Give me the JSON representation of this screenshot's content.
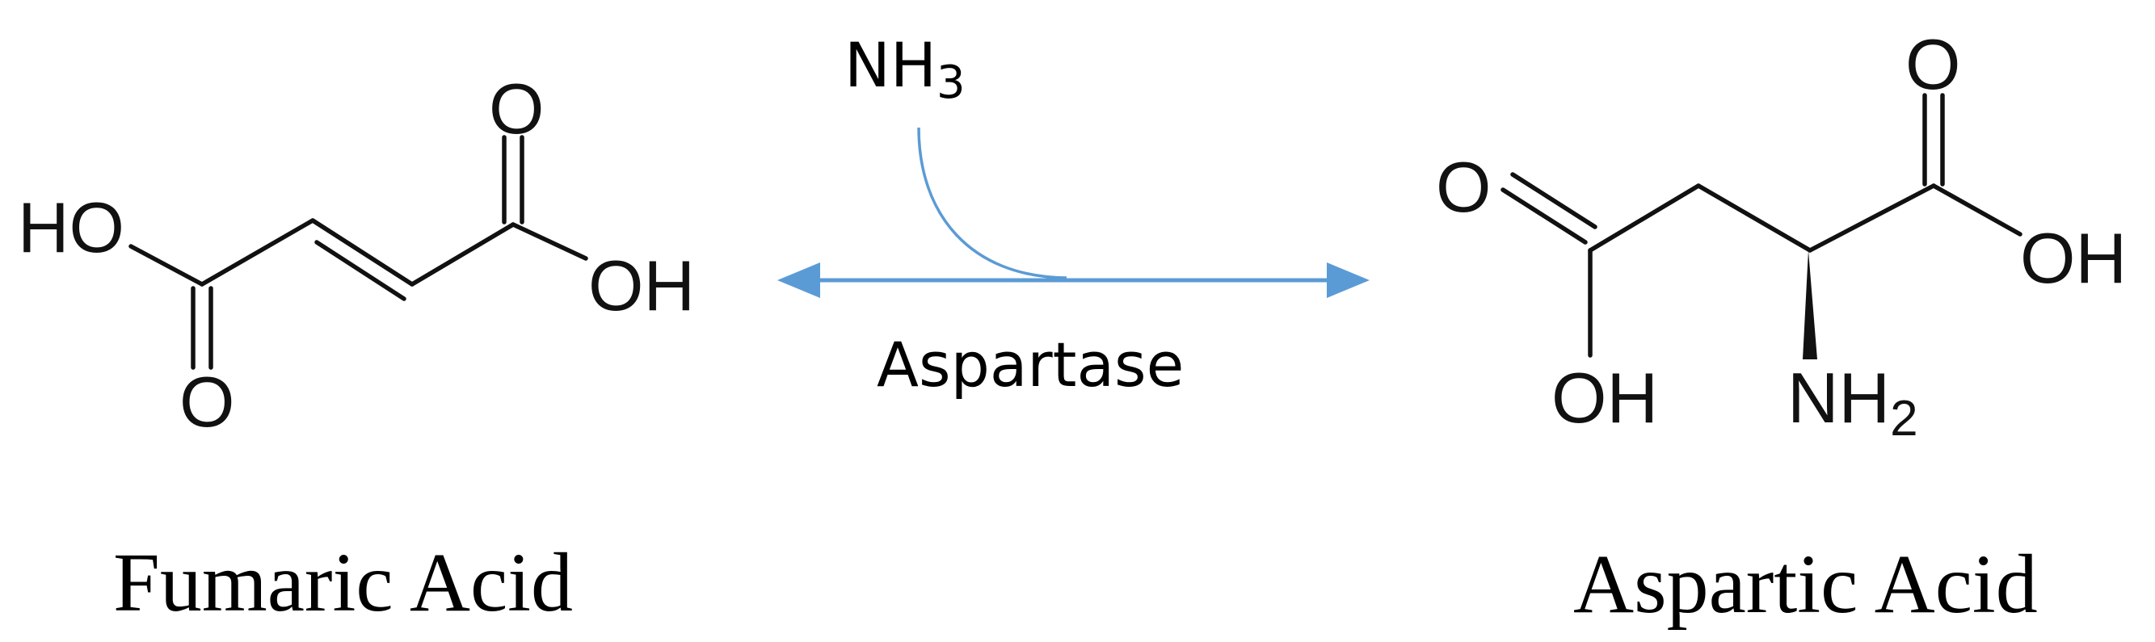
{
  "reactant": {
    "name": "Fumaric Acid",
    "atoms": {
      "ho_left": "HO",
      "oh_right": "OH",
      "o_top": "O",
      "o_bottom": "O"
    }
  },
  "product": {
    "name": "Aspartic Acid",
    "atoms": {
      "o_left": "O",
      "o_top": "O",
      "oh_right": "OH",
      "oh_bottom": "OH",
      "nh": "NH",
      "nh_sub": "2"
    }
  },
  "reaction": {
    "reagent": "NH",
    "reagent_sub": "3",
    "enzyme": "Aspartase",
    "arrow_color": "#5b9bd5",
    "direction": "reversible"
  }
}
